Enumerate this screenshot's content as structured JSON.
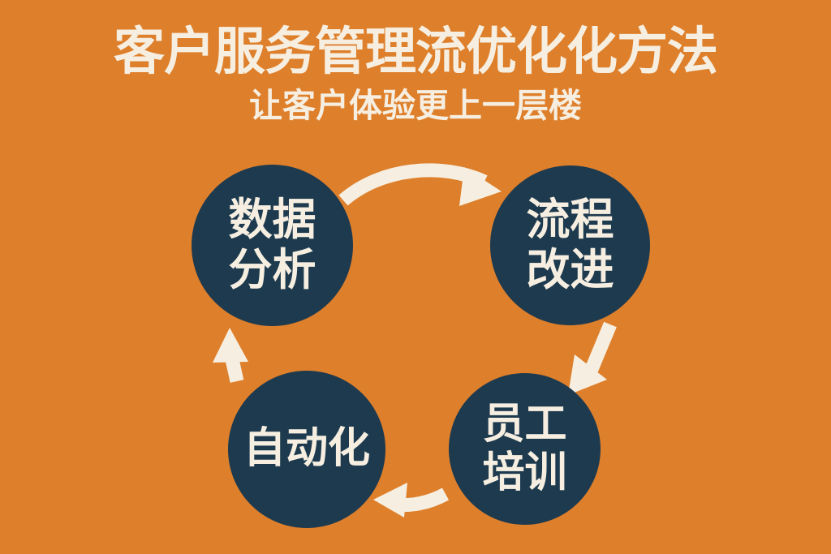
{
  "poster": {
    "background_color": "#de7f2b",
    "node_color": "#1e3a4f",
    "text_color": "#f6efe1",
    "title": "客户服务管理流优化化方法",
    "subtitle": "让客户体验更上一层楼"
  },
  "cycle": {
    "nodes": [
      {
        "id": "data-analysis",
        "label": "数据\n分析"
      },
      {
        "id": "process",
        "label": "流程\n改进"
      },
      {
        "id": "training",
        "label": "员工\n培训"
      },
      {
        "id": "automation",
        "label": "自动化"
      }
    ],
    "arrows": [
      {
        "id": "data-to-process",
        "from": "data-analysis",
        "to": "process",
        "direction": "curve-right"
      },
      {
        "id": "process-to-training",
        "from": "process",
        "to": "training",
        "direction": "down-left"
      },
      {
        "id": "training-to-automation",
        "from": "training",
        "to": "automation",
        "direction": "left"
      },
      {
        "id": "automation-to-data",
        "from": "automation",
        "to": "data-analysis",
        "direction": "up"
      }
    ]
  }
}
